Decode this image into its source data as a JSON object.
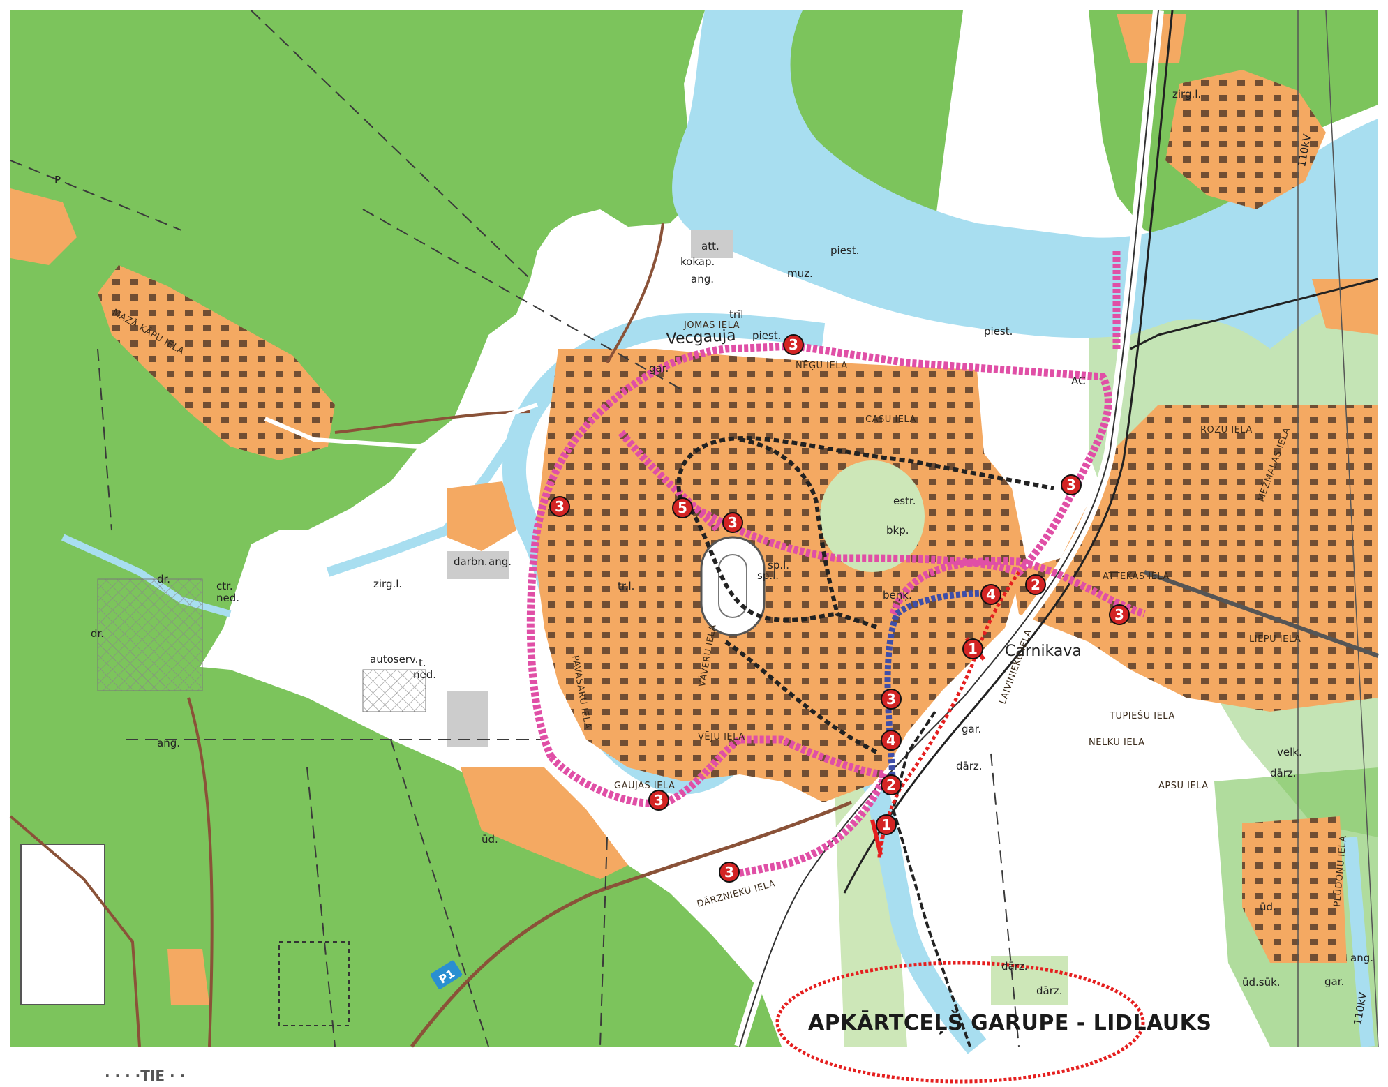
{
  "map": {
    "town_label": "Carnikava",
    "river_label": "Vecgauja",
    "highway_label": "P1",
    "bypass_label": "APKĀRTCEĻŠ GARUPE - LIDLAUKS",
    "caption_fragment": "· · · ·TIE · ·",
    "street_labels": [
      "JOMAS IELA",
      "NĒĢU IELA",
      "CĀSU IELA",
      "ROZU IELA",
      "LIEPU IELA",
      "ATTEKAS IELA",
      "VĒJU IELA",
      "GAUJAS IELA",
      "DĀRZNIEKU IELA",
      "MAZĀ KĀPU IELA",
      "LAIVINIEKU IELA",
      "TUPIEŠU IELA",
      "NELKU IELA",
      "APSU IELA",
      "PAVASARU IELA",
      "VĀVERU IELA",
      "MEŽMALAS IELA",
      "PLŪDOŅU IELA"
    ],
    "place_labels": [
      "att.",
      "kokap.",
      "ang.",
      "muz.",
      "piest.",
      "piest.",
      "piest.",
      "gar.",
      "trīl",
      "sp.l.",
      "sp.l.",
      "beņķ.",
      "estr.",
      "bkp.",
      "zirg.l.",
      "zirg.l.",
      "darbn.",
      "ang.",
      "dr.",
      "dr.",
      "ctr.",
      "ned.",
      "autoserv.",
      "t.",
      "ned.",
      "ang.",
      "gar.",
      "ūd.",
      "dārz.",
      "dārz.",
      "dārz.",
      "dārz.",
      "velk.",
      "ūd.",
      "ūd.sūk.",
      "110kV",
      "110kV",
      "AC",
      "tr.l.",
      "P",
      "gar.",
      "ang."
    ],
    "route_markers": [
      {
        "label": "3",
        "color": "#d32424"
      },
      {
        "label": "3",
        "color": "#d32424"
      },
      {
        "label": "5",
        "color": "#d32424"
      },
      {
        "label": "3",
        "color": "#d32424"
      },
      {
        "label": "3",
        "color": "#d32424"
      },
      {
        "label": "2",
        "color": "#d32424"
      },
      {
        "label": "3",
        "color": "#d32424"
      },
      {
        "label": "4",
        "color": "#d32424"
      },
      {
        "label": "1",
        "color": "#d32424"
      },
      {
        "label": "3",
        "color": "#d32424"
      },
      {
        "label": "4",
        "color": "#d32424"
      },
      {
        "label": "2",
        "color": "#d32424"
      },
      {
        "label": "3",
        "color": "#d32424"
      },
      {
        "label": "1",
        "color": "#d32424"
      },
      {
        "label": "3",
        "color": "#d32424"
      }
    ],
    "colors": {
      "forest": "#7cc45c",
      "open_land": "#ffffff",
      "river": "#a8def0",
      "settlement": "#f4a962",
      "building": "#5a3e2b",
      "route_pink": "#e04fa6",
      "route_blue": "#3e4ea8",
      "route_black": "#222222",
      "route_red": "#e51f1f",
      "marker": "#d32424"
    }
  }
}
